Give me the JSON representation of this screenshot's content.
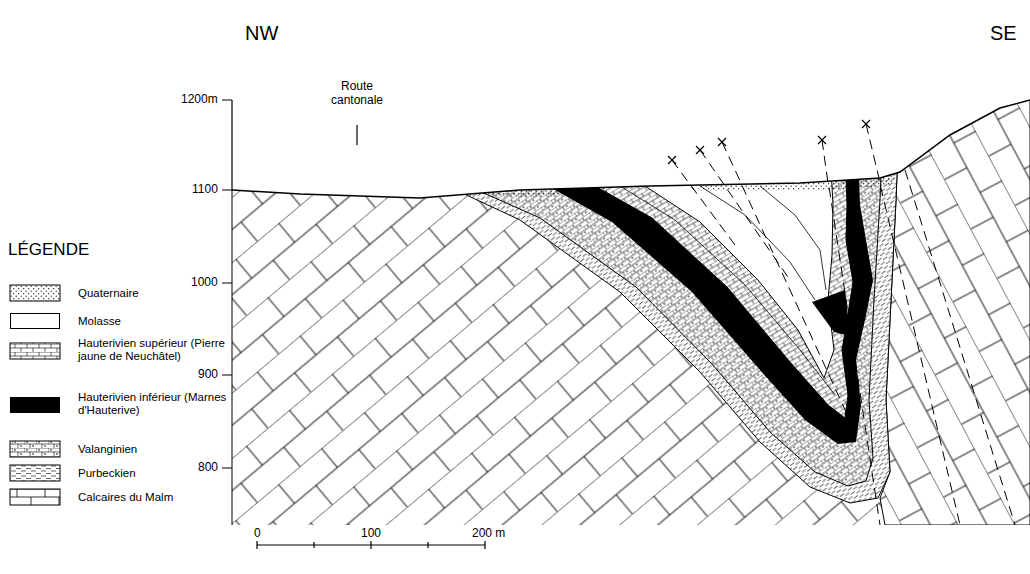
{
  "diagram": {
    "labels": [
      "NW",
      "SE",
      "Route cantonale",
      "1200m",
      "1100",
      "1000",
      "900",
      "800",
      "LÉGENDE",
      "0",
      "100",
      "200 m"
    ],
    "legend": [
      {
        "text": "Quaternaire"
      },
      {
        "text": "Molasse",
        "color": "#ffffff"
      },
      {
        "text": "Hauterivien supérieur (Pierre jaune de Neuchâtel)"
      },
      {
        "text": "Hauterivien inférieur (Marnes d'Hauterive)",
        "color": "#000000"
      },
      {
        "text": "Valanginien"
      },
      {
        "text": "Purbeckien"
      },
      {
        "text": "Calcaires du Malm"
      }
    ]
  }
}
